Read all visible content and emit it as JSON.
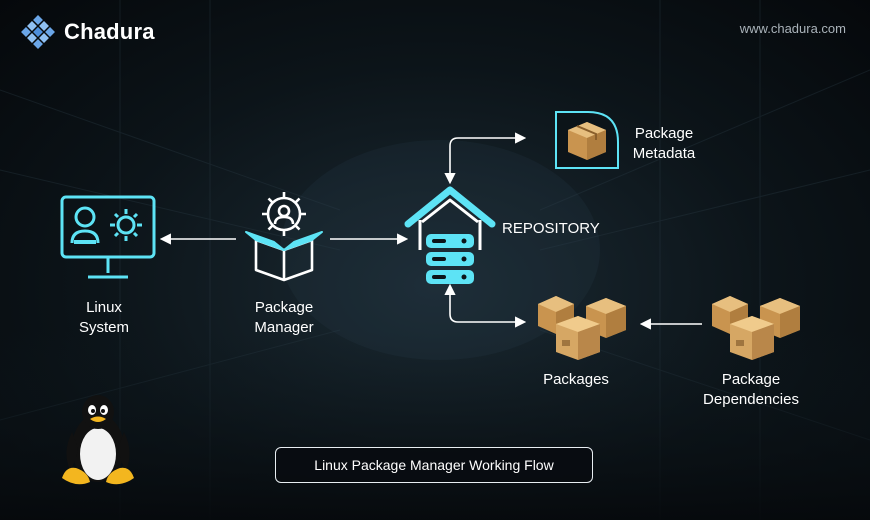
{
  "brand": {
    "name": "Chadura",
    "logo_icon": "diamond-grid-logo"
  },
  "website": "www.chadura.com",
  "nodes": {
    "linux_system": {
      "line1": "Linux",
      "line2": "System",
      "icon": "monitor-icon"
    },
    "package_manager": {
      "line1": "Package",
      "line2": "Manager",
      "icon": "gear-box-icon"
    },
    "repository": {
      "label": "REPOSITORY",
      "icon": "house-server-icon"
    },
    "metadata": {
      "line1": "Package",
      "line2": "Metadata",
      "icon": "box-icon"
    },
    "packages": {
      "label": "Packages",
      "icon": "stacked-boxes-icon"
    },
    "dependencies": {
      "line1": "Package",
      "line2": "Dependencies",
      "icon": "stacked-boxes-icon"
    }
  },
  "caption": "Linux Package Manager Working Flow",
  "mascot": "tux-penguin-icon",
  "colors": {
    "accent": "#5de3f5",
    "box": "#d6a764",
    "background": "#0c1419"
  }
}
